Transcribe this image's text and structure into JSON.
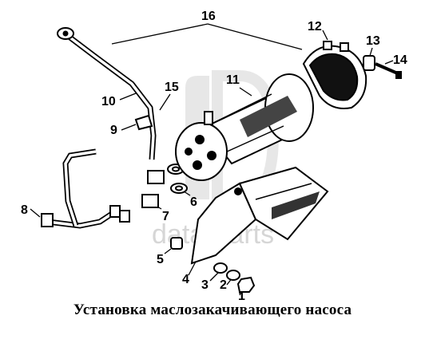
{
  "caption": "Установка маслозакачивающего насоса",
  "watermark": "data-parts",
  "callouts": [
    {
      "id": "1",
      "label": "1"
    },
    {
      "id": "2",
      "label": "2"
    },
    {
      "id": "3",
      "label": "3"
    },
    {
      "id": "4",
      "label": "4"
    },
    {
      "id": "5",
      "label": "5"
    },
    {
      "id": "6",
      "label": "6"
    },
    {
      "id": "7",
      "label": "7"
    },
    {
      "id": "8",
      "label": "8"
    },
    {
      "id": "9",
      "label": "9"
    },
    {
      "id": "10",
      "label": "10"
    },
    {
      "id": "11",
      "label": "11"
    },
    {
      "id": "12",
      "label": "12"
    },
    {
      "id": "13",
      "label": "13"
    },
    {
      "id": "14",
      "label": "14"
    },
    {
      "id": "15",
      "label": "15"
    },
    {
      "id": "16",
      "label": "16"
    }
  ]
}
